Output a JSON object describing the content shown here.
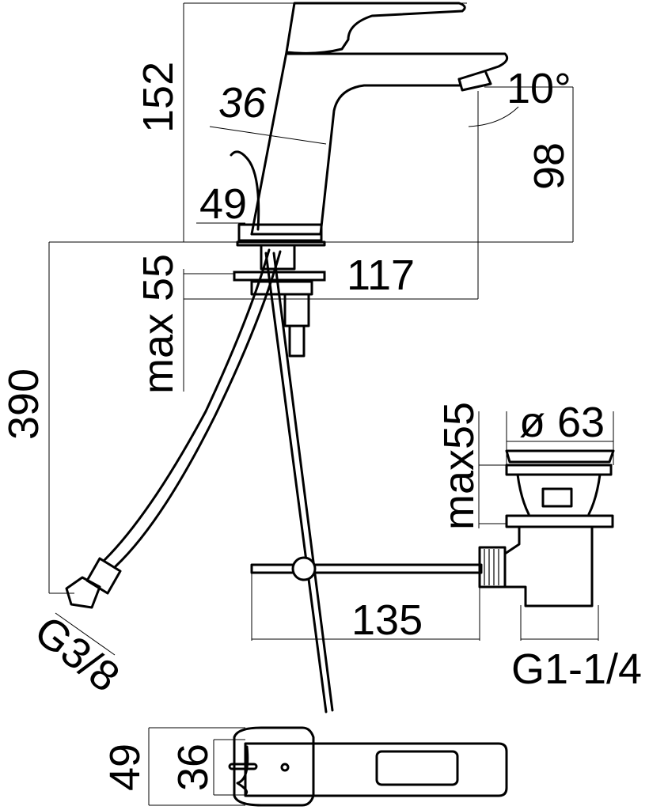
{
  "drawing": {
    "labels": {
      "height_total": "152",
      "spout_body": "36",
      "angle": "10°",
      "outlet_height": "98",
      "base_width": "49",
      "deck_thickness": "max 55",
      "reach": "117",
      "hose_length": "390",
      "waste_deck": "max55",
      "waste_diameter": "ø 63",
      "rod_length": "135",
      "hose_thread": "G3/8",
      "waste_thread": "G1-1/4",
      "top_width_outer": "49",
      "top_width_inner": "36"
    }
  }
}
